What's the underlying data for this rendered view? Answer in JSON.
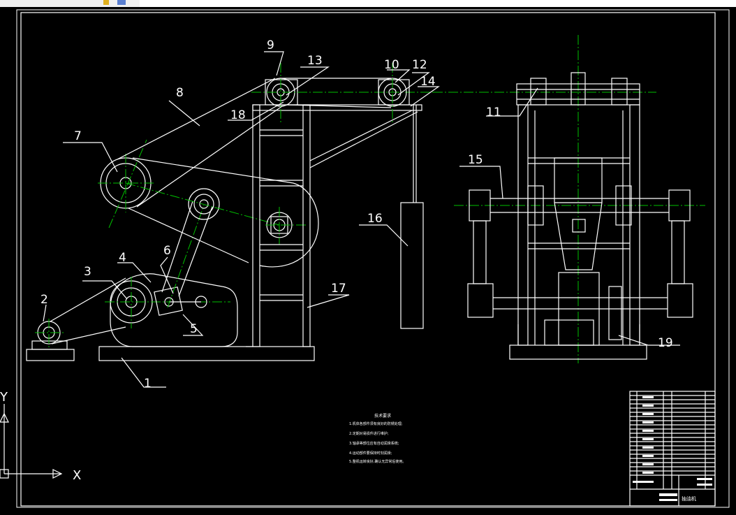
{
  "labels": [
    "1",
    "2",
    "3",
    "4",
    "5",
    "6",
    "7",
    "8",
    "9",
    "10",
    "11",
    "12",
    "13",
    "14",
    "15",
    "16",
    "17",
    "18",
    "19"
  ],
  "tech_title": "技术要求",
  "tech_notes": [
    "1.机体各部件须有良好的防锈处理;",
    "2.定期对易损件进行维护;",
    "3.轴承等部位应有自动润滑系统;",
    "4.运动部件要保持时刻润滑;",
    "5.整机运转良好,确认无异常后使用。"
  ],
  "title_block": {
    "drawing_name": "抽油机"
  },
  "ucs": {
    "x_label": "X",
    "y_label": "Y"
  },
  "colors": {
    "line": "#ffffff",
    "centerline": "#00c000",
    "background": "#000000"
  }
}
